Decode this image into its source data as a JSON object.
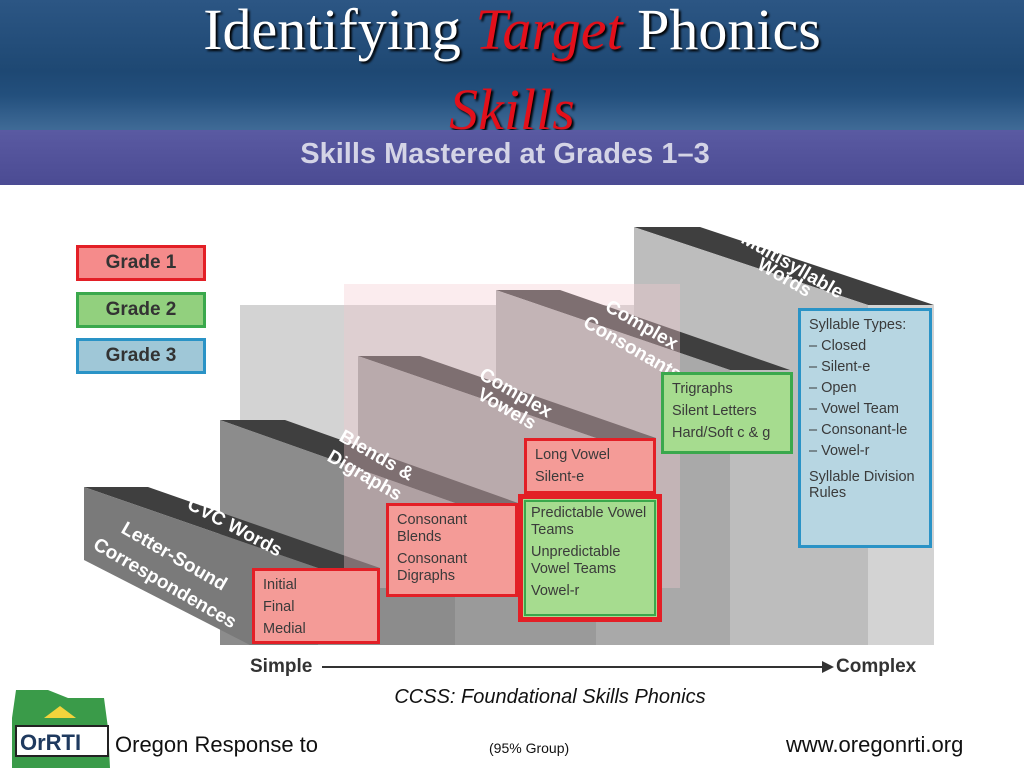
{
  "slide": {
    "title_pre": "Identifying",
    "title_red": "Target",
    "title_post": "Phonics",
    "title_line2": "Skills",
    "subtitle": "Skills Mastered at Grades 1–3"
  },
  "legend": {
    "grade1": "Grade 1",
    "grade2": "Grade 2",
    "grade3": "Grade 3"
  },
  "steps": {
    "s1": {
      "side": "Letter-Sound",
      "side2": "Correspondences",
      "top": "CVC Words"
    },
    "s2": {
      "top": "Blends &",
      "top2": "Digraphs"
    },
    "s3": {
      "top": "Complex",
      "top2": "Vowels"
    },
    "s4": {
      "top": "Complex",
      "top2": "Consonants"
    },
    "s5": {
      "top": "Multisyllable",
      "top2": "Words"
    }
  },
  "boxes": {
    "cvc": [
      "Initial",
      "Final",
      "Medial"
    ],
    "blends": [
      "Consonant Blends",
      "Consonant Digraphs"
    ],
    "vowels_red": [
      "Long Vowel",
      "Silent-e"
    ],
    "vowels_green": [
      "Predictable Vowel Teams",
      "Unpredictable Vowel Teams",
      "Vowel-r"
    ],
    "consonants": [
      "Trigraphs",
      "Silent Letters",
      "Hard/Soft c & g"
    ],
    "multisyllable": {
      "heading": "Syllable Types:",
      "items": [
        "– Closed",
        "– Silent-e",
        "– Open",
        "– Vowel Team",
        "– Consonant-le",
        "– Vowel-r"
      ],
      "footer": "Syllable Division Rules"
    }
  },
  "axis": {
    "left": "Simple",
    "right": "Complex"
  },
  "caption": "CCSS: Foundational Skills Phonics",
  "footer": {
    "org": "Oregon Response to",
    "note": "(95% Group)",
    "url": "www.oregonrti.org",
    "logo_text": "OrRTI"
  },
  "colors": {
    "grade1": "#e31f26",
    "grade2": "#3aa84c",
    "grade3": "#2a93c6"
  }
}
